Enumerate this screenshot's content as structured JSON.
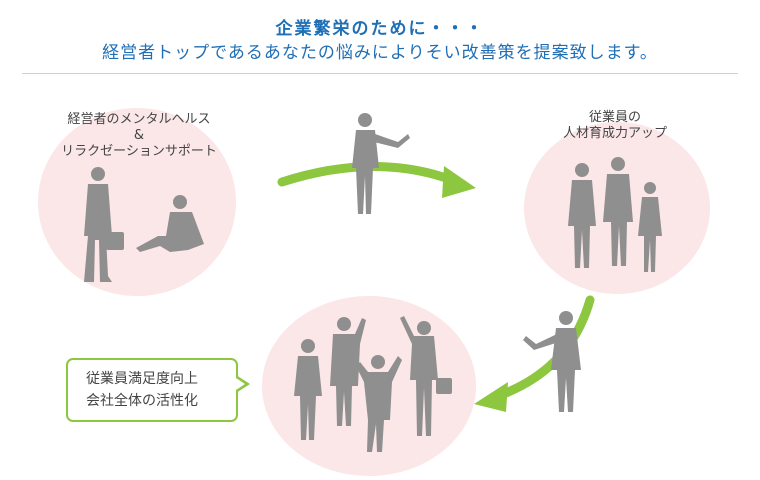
{
  "header": {
    "title": "企業繁栄のために・・・",
    "subtitle": "経営者トップであるあなたの悩みによりそい改善策を提案致します。"
  },
  "nodes": {
    "mental_health": {
      "line1": "経営者のメンタルヘルス",
      "line2": "&",
      "line3": "リラクゼーションサポート"
    },
    "employees": {
      "line1": "従業員の",
      "line2": "人材育成力アップ"
    },
    "result": {
      "line1": "従業員満足度向上",
      "line2": "会社全体の活性化"
    }
  },
  "colors": {
    "accent_text": "#1f6fb6",
    "arrow": "#8dc63f",
    "circle_fill": "#fbe6e8",
    "silhouette": "#8f8f8f"
  },
  "icons": [
    "presenter-icon",
    "businessman-icon",
    "seated-person-icon",
    "team-icon",
    "celebrating-group-icon",
    "arrow-icon"
  ]
}
